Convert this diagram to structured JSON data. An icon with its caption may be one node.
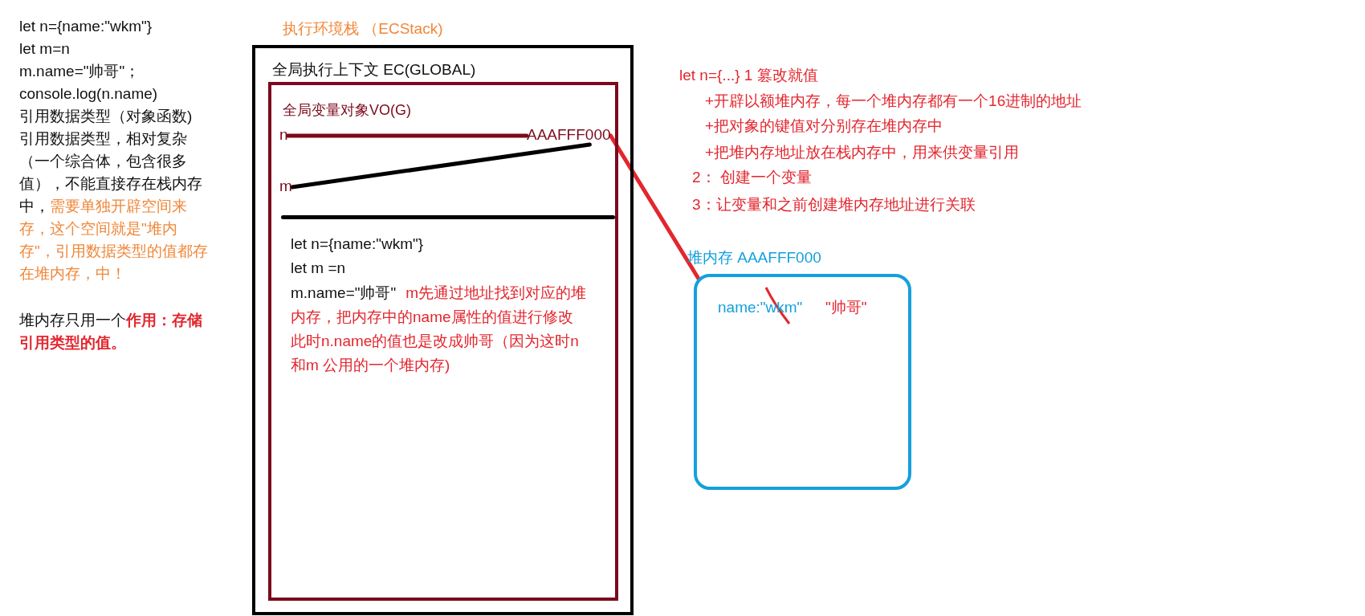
{
  "diagram": {
    "nodes": [
      {
        "text": [
          "执行环境栈 （ECStack)"
        ]
      },
      {
        "text": [
          "全局执行上下文 EC(GLOBAL)",
          "全局变量对象VO(G)",
          "let n={name:\"wkm\"}",
          "let m =n",
          "m.name=\"帅哥\"",
          "m先通过地址找到对应的堆内存，把内存中的name属性的值进行修改",
          "此时n.name的值也是改成帅哥（因为这时n和m 公用的一个堆内存)"
        ],
        "in": 0
      },
      {
        "text": [
          "n"
        ],
        "in": 1
      },
      {
        "text": [
          "AAAFFF000"
        ],
        "in": 1
      },
      {
        "text": [
          "m"
        ],
        "in": 1
      },
      {
        "text": [
          "堆内存 AAAFFF000",
          "name:\"wkm\"",
          "\"帅哥\""
        ]
      }
    ],
    "edges": [
      {
        "from": 2,
        "to": 3,
        "arrow": "none",
        "color": "#7b0a1c"
      },
      {
        "from": 4,
        "to": 3,
        "arrow": "none",
        "color": "#000000"
      },
      {
        "from": 3,
        "to": 5,
        "arrow": "none",
        "color": "#e3262e"
      }
    ],
    "labels": [
      "let n={name:\"wkm\"}",
      "let m=n",
      "m.name=\"帅哥\"；",
      "console.log(n.name)",
      "引用数据类型（对象函数)",
      "引用数据类型，相对复杂（一个综合体，包含很多值），不能直接存在栈内存中，",
      "需要单独开辟空间来存，这个空间就是\"堆内存\"，引用数据类型的值都存在堆内存，中！",
      "堆内存只用一个**作用：存储引用类型的值。**",
      "let  n={...} 1 篡改就值",
      "+开辟以额堆内存，每一个堆内存都有一个16进制的地址",
      "+把对象的键值对分别存在堆内存中",
      "+把堆内存地址放在栈内存中，用来供变量引用",
      "2： 创建一个变量",
      "3：让变量和之前创建堆内存地址进行关联"
    ]
  }
}
